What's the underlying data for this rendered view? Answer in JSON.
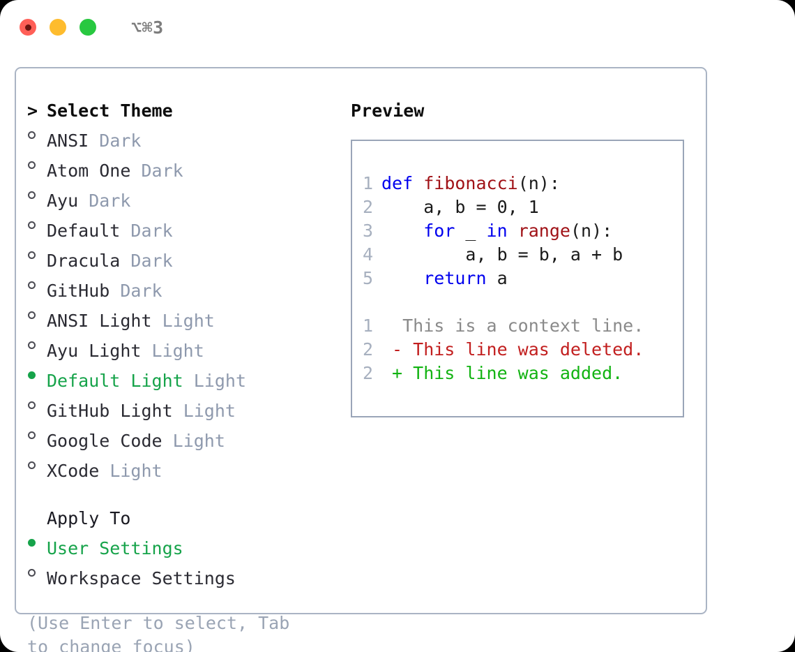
{
  "titlebar": {
    "shortcut": "⌥⌘3",
    "lights": [
      "close",
      "minimize",
      "zoom"
    ]
  },
  "theme_list": {
    "header": "Select Theme",
    "header_marker": ">",
    "unselected_marker": "○",
    "selected_marker": "●",
    "items": [
      {
        "label": "ANSI",
        "suffix": "Dark",
        "selected": false
      },
      {
        "label": "Atom One",
        "suffix": "Dark",
        "selected": false
      },
      {
        "label": "Ayu",
        "suffix": "Dark",
        "selected": false
      },
      {
        "label": "Default",
        "suffix": "Dark",
        "selected": false
      },
      {
        "label": "Dracula",
        "suffix": "Dark",
        "selected": false
      },
      {
        "label": "GitHub",
        "suffix": "Dark",
        "selected": false
      },
      {
        "label": "ANSI Light",
        "suffix": "Light",
        "selected": false
      },
      {
        "label": "Ayu Light",
        "suffix": "Light",
        "selected": false
      },
      {
        "label": "Default Light",
        "suffix": "Light",
        "selected": true
      },
      {
        "label": "GitHub Light",
        "suffix": "Light",
        "selected": false
      },
      {
        "label": "Google Code",
        "suffix": "Light",
        "selected": false
      },
      {
        "label": "XCode",
        "suffix": "Light",
        "selected": false
      }
    ]
  },
  "apply_to": {
    "header": "Apply To",
    "items": [
      {
        "label": "User Settings",
        "selected": true
      },
      {
        "label": "Workspace Settings",
        "selected": false
      }
    ]
  },
  "hint": "(Use Enter to select, Tab to change focus)",
  "preview": {
    "title": "Preview",
    "code_lines": [
      {
        "number": "1",
        "segments": [
          {
            "text": "def ",
            "type": "kw"
          },
          {
            "text": "fibonacci",
            "type": "fn"
          },
          {
            "text": "(n):",
            "type": "plain"
          }
        ]
      },
      {
        "number": "2",
        "segments": [
          {
            "text": "    a, b = 0, 1",
            "type": "plain"
          }
        ]
      },
      {
        "number": "3",
        "segments": [
          {
            "text": "    ",
            "type": "plain"
          },
          {
            "text": "for",
            "type": "kw"
          },
          {
            "text": " _ ",
            "type": "plain"
          },
          {
            "text": "in",
            "type": "kw"
          },
          {
            "text": " ",
            "type": "plain"
          },
          {
            "text": "range",
            "type": "fn"
          },
          {
            "text": "(n):",
            "type": "plain"
          }
        ]
      },
      {
        "number": "4",
        "segments": [
          {
            "text": "        a, b = b, a + b",
            "type": "plain"
          }
        ]
      },
      {
        "number": "5",
        "segments": [
          {
            "text": "    ",
            "type": "plain"
          },
          {
            "text": "return",
            "type": "kw"
          },
          {
            "text": " a",
            "type": "plain"
          }
        ]
      }
    ],
    "diff_lines": [
      {
        "number": "1",
        "marker": " ",
        "text": " This is a context line.",
        "type": "ctx"
      },
      {
        "number": "2",
        "marker": "-",
        "text": "- This line was deleted.",
        "type": "del"
      },
      {
        "number": "2",
        "marker": "+",
        "text": "+ This line was added.",
        "type": "add"
      }
    ]
  },
  "colors": {
    "selected_green": "#16a34a",
    "muted": "#8e99ad",
    "keyword_blue": "#0000ee",
    "function_red": "#a01217",
    "diff_delete": "#c21f1f",
    "diff_add": "#12b312",
    "border": "#aab4c4",
    "light_red": "#ff5f57",
    "light_yellow": "#febc2e",
    "light_green": "#28c840"
  }
}
